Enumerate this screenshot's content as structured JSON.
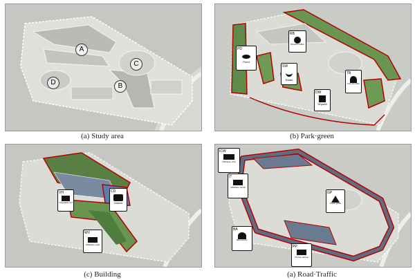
{
  "panels": [
    {
      "id": "a",
      "caption": "(a)  Study area",
      "zones": [
        "A",
        "B",
        "C",
        "D"
      ]
    },
    {
      "id": "b",
      "caption": "(b)  Park·green",
      "markers": [
        {
          "code": "RB",
          "desc": "Riparian buffer",
          "icon": "tree-icon"
        },
        {
          "code": "PD",
          "desc": "Pond",
          "icon": "pond-icon"
        },
        {
          "code": "SW",
          "desc": "Swale",
          "icon": "swale-icon"
        },
        {
          "code": "DW",
          "desc": "Drywell",
          "icon": "drywell-icon"
        },
        {
          "code": "TB",
          "desc": "Tree box filter",
          "icon": "tree-box-icon"
        }
      ]
    },
    {
      "id": "c",
      "caption": "(c)  Building",
      "markers": [
        {
          "code": "VH",
          "desc": "Vegetated roof",
          "icon": "green-roof-icon"
        },
        {
          "code": "CD",
          "desc": "Cistern",
          "icon": "cistern-icon"
        },
        {
          "code": "WV",
          "desc": "Infiltration vault",
          "icon": "vault-icon"
        }
      ]
    },
    {
      "id": "d",
      "caption": "(a)  Road·Traffic",
      "markers": [
        {
          "code": "ICW",
          "desc": "Infiltration curb",
          "icon": "curb-icon"
        },
        {
          "code": "IT",
          "desc": "Infiltration trench",
          "icon": "trench-icon"
        },
        {
          "code": "GP",
          "desc": "Green gutter",
          "icon": "gutter-icon"
        },
        {
          "code": "BA",
          "desc": "Bioretention",
          "icon": "bioretention-icon"
        },
        {
          "code": "PP",
          "desc": "Porous paving",
          "icon": "paving-icon"
        }
      ]
    }
  ]
}
